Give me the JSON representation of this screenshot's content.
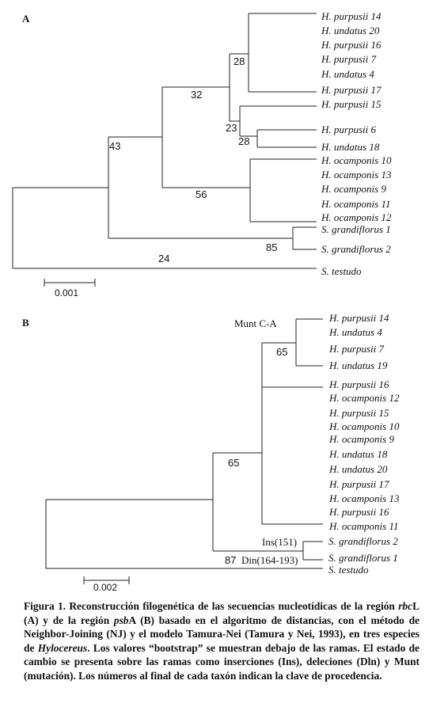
{
  "panel_a": {
    "label": "A",
    "taxa": [
      {
        "name": "H. purpusii",
        "num": "14"
      },
      {
        "name": "H. undatus",
        "num": "20"
      },
      {
        "name": "H. purpusii",
        "num": "16"
      },
      {
        "name": "H. purpusii",
        "num": "7"
      },
      {
        "name": "H. undatus",
        "num": "4"
      },
      {
        "name": "H. purpusii",
        "num": " 17"
      },
      {
        "name": "H. purpusii",
        "num": " 15"
      },
      {
        "name": "H. purpusii",
        "num": " 6"
      },
      {
        "name": "H. undatus",
        "num": " 18"
      },
      {
        "name": "H. ocamponis",
        "num": "10"
      },
      {
        "name": "H. ocamponis",
        "num": "13"
      },
      {
        "name": "H. ocamponis",
        "num": "9"
      },
      {
        "name": "H. ocamponis",
        "num": "11"
      },
      {
        "name": "H. ocamponis",
        "num": "12"
      },
      {
        "name": "S. grandiflorus",
        "num": "1"
      },
      {
        "name": "S. grandiflorus",
        "num": "2"
      },
      {
        "name": "S. testudo",
        "num": ""
      }
    ],
    "bootstrap": [
      "28",
      "32",
      "23",
      "28",
      "43",
      "56",
      "85",
      "24"
    ],
    "scale_label": "0.001"
  },
  "panel_b": {
    "label": "B",
    "taxa": [
      {
        "name": "H. purpusii",
        "num": "14"
      },
      {
        "name": "H. undatus",
        "num": "4"
      },
      {
        "name": "H. purpusii",
        "num": "7"
      },
      {
        "name": "H. undatus",
        "num": "19"
      },
      {
        "name": "H. purpusii",
        "num": "16"
      },
      {
        "name": "H. ocamponis",
        "num": "12"
      },
      {
        "name": "H. purpusii",
        "num": "15"
      },
      {
        "name": "H. ocamponis",
        "num": "10"
      },
      {
        "name": "H. ocamponis",
        "num": "9"
      },
      {
        "name": "H. undatus",
        "num": "18"
      },
      {
        "name": "H. undatus",
        "num": "20"
      },
      {
        "name": "H. purpusii",
        "num": "17"
      },
      {
        "name": "H. ocamponis",
        "num": "13"
      },
      {
        "name": "H. purpusii",
        "num": "16"
      },
      {
        "name": "H. ocamponis",
        "num": "11"
      },
      {
        "name": "S. grandiflorus",
        "num": "2"
      },
      {
        "name": "S. grandiflorus",
        "num": "1"
      },
      {
        "name": "S. testudo",
        "num": ""
      }
    ],
    "bootstrap": [
      "65",
      "65",
      "87"
    ],
    "annotations": [
      "Munt C-A",
      "Ins(151)",
      "Din(164-193)"
    ],
    "scale_label": "0.002"
  },
  "caption": {
    "p1": "Figura 1. Reconstrucción filogenética de las secuencias nucleotídicas de la región ",
    "i1": "rbc",
    "p2": "L (A) y de la región ",
    "i2": "psb",
    "p3": "A (B) basado en el algoritmo de distancias, con el método de Neighbor-Joining (NJ) y el modelo Tamura-Nei (Tamura y Nei, 1993), en tres especies de ",
    "i3": "Hylocereus",
    "p4": ". Los valores “bootstrap” se muestran debajo de las ramas. El estado de cambio se presenta sobre las ramas como inserciones (Ins), deleciones (Dln) y Munt (mutación). Los números al final de cada taxón indican la clave de procedencia."
  }
}
